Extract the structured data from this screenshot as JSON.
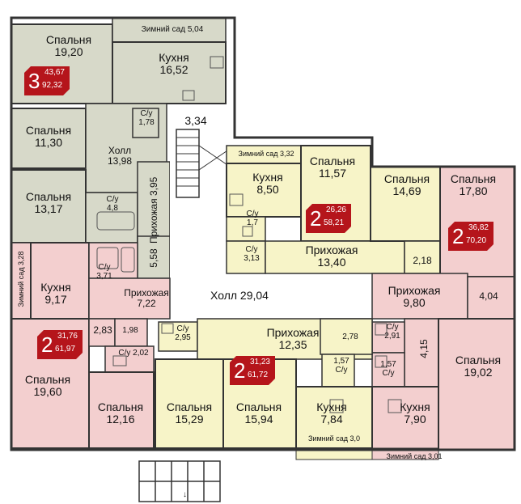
{
  "colors": {
    "gray_apartment": "#d7d9c9",
    "pink_apartment": "#f3cfcf",
    "yellow_apartment": "#f7f4c8",
    "hall": "#ffffff",
    "wall": "#333333",
    "badge": "#b5151b"
  },
  "apt3": {
    "rooms": "3",
    "living": "43,67",
    "total": "92,32"
  },
  "apt2_center": {
    "rooms": "2",
    "living": "26,26",
    "total": "58,21"
  },
  "apt2_right": {
    "rooms": "2",
    "living": "36,82",
    "total": "70,20"
  },
  "apt2_left": {
    "rooms": "2",
    "living": "31,76",
    "total": "61,97"
  },
  "apt2_bottom": {
    "rooms": "2",
    "living": "31,23",
    "total": "61,72"
  },
  "labels": {
    "spalnya_19_20": [
      "Спальня",
      "19,20"
    ],
    "winter_5_04": "Зимний сад 5,04",
    "kitchen_16_52": [
      "Кухня",
      "16,52"
    ],
    "cy_1_78": [
      "С/у",
      "1,78"
    ],
    "stair_3_34": "3,34",
    "spalnya_11_30": [
      "Спальня",
      "11,30"
    ],
    "holl_13_98": [
      "Холл",
      "13,98"
    ],
    "spalnya_13_17": [
      "Спальня",
      "13,17"
    ],
    "cy_4_8": [
      "С/у",
      "4,8"
    ],
    "prihozh_3_95": "Прихожая 3,95",
    "v_5_58": "5,58",
    "winter_3_32": "Зимний сад 3,32",
    "kitchen_8_50": [
      "Кухня",
      "8,50"
    ],
    "spalnya_11_57": [
      "Спальня",
      "11,57"
    ],
    "spalnya_14_69": [
      "Спальня",
      "14,69"
    ],
    "spalnya_17_80": [
      "Спальня",
      "17,80"
    ],
    "cy_1_7": [
      "С/у",
      "1,7"
    ],
    "cy_3_13": [
      "С/у",
      "3,13"
    ],
    "prihozh_13_40": [
      "Прихожая",
      "13,40"
    ],
    "v_2_18": "2,18",
    "winter_3_28": "Зимний сад 3,28",
    "cy_3_71": [
      "С/у",
      "3,71"
    ],
    "kitchen_9_17": [
      "Кухня",
      "9,17"
    ],
    "prihozh_7_22": [
      "Прихожая",
      "7,22"
    ],
    "holl_29_04": "Холл  29,04",
    "prihozh_9_80": [
      "Прихожая",
      "9,80"
    ],
    "v_4_04": "4,04",
    "v_2_83": "2,83",
    "v_1_98": "1,98",
    "cy_2_02": "С/у 2,02",
    "cy_2_95": [
      "С/у",
      "2,95"
    ],
    "prihozh_12_35": [
      "Прихожая",
      "12,35"
    ],
    "v_2_78": "2,78",
    "cy_2_91": [
      "С/у",
      "2,91"
    ],
    "v_4_15": "4,15",
    "spalnya_19_60": [
      "Спальня",
      "19,60"
    ],
    "spalnya_12_16": [
      "Спальня",
      "12,16"
    ],
    "spalnya_15_29": [
      "Спальня",
      "15,29"
    ],
    "spalnya_15_94": [
      "Спальня",
      "15,94"
    ],
    "cy_1_57a": [
      "1,57",
      "С/у"
    ],
    "kitchen_7_84": [
      "Кухня",
      "7,84"
    ],
    "winter_3_0": "Зимний сад 3,0",
    "cy_1_57b": [
      "1,57",
      "С/у"
    ],
    "kitchen_7_90": [
      "Кухня",
      "7,90"
    ],
    "winter_3_01": "Зимний сад 3,01",
    "spalnya_19_02": [
      "Спальня",
      "19,02"
    ]
  }
}
